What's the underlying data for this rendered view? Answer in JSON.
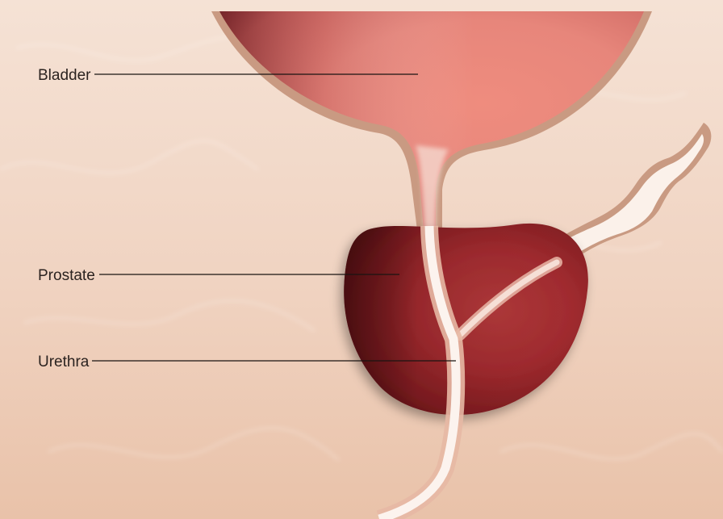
{
  "labels": {
    "bladder": "Bladder",
    "prostate": "Prostate",
    "urethra": "Urethra"
  },
  "colors": {
    "background_top": "#f4e0d2",
    "background_bottom": "#ebc4ac",
    "bladder": "#e6877d",
    "bladder_wall": "#c9957d",
    "prostate": "#a22b2e",
    "prostate_dark": "#5e1416",
    "urethra": "#fbefe8",
    "label_text": "#2b2320"
  }
}
